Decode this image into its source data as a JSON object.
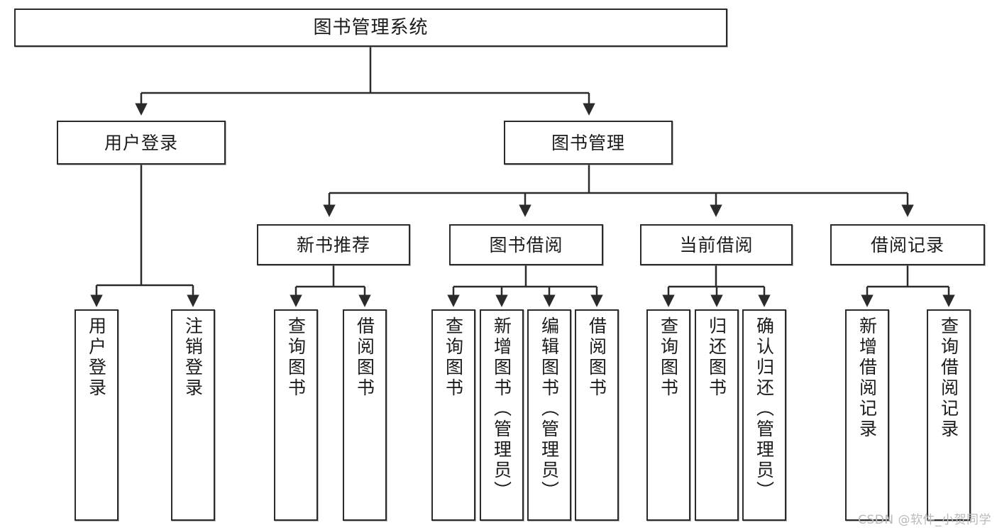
{
  "diagram": {
    "title": "图书管理系统",
    "type": "tree",
    "watermark": "CSDN @软件_小贺同学",
    "colors": {
      "stroke": "#2b2b2b",
      "fill": "#ffffff",
      "text": "#1b1b1b",
      "watermark": "#b9b9b9"
    },
    "nodes": {
      "root": {
        "label": "图书管理系统"
      },
      "level2": [
        {
          "id": "user-login",
          "label": "用户登录"
        },
        {
          "id": "book-management",
          "label": "图书管理"
        }
      ],
      "level3": [
        {
          "id": "new-book-recommend",
          "label": "新书推荐"
        },
        {
          "id": "book-borrow",
          "label": "图书借阅"
        },
        {
          "id": "current-borrow",
          "label": "当前借阅"
        },
        {
          "id": "borrow-record",
          "label": "借阅记录"
        }
      ],
      "leaves": [
        {
          "id": "leaf-user-login",
          "label": "用户登录",
          "parent": "user-login"
        },
        {
          "id": "leaf-logout",
          "label": "注销登录",
          "parent": "user-login"
        },
        {
          "id": "leaf-query-book-1",
          "label": "查询图书",
          "parent": "new-book-recommend"
        },
        {
          "id": "leaf-borrow-book-1",
          "label": "借阅图书",
          "parent": "new-book-recommend"
        },
        {
          "id": "leaf-query-book-2",
          "label": "查询图书",
          "parent": "book-borrow"
        },
        {
          "id": "leaf-add-book",
          "label": "新增图书（管理员）",
          "parent": "book-borrow"
        },
        {
          "id": "leaf-edit-book",
          "label": "编辑图书（管理员）",
          "parent": "book-borrow"
        },
        {
          "id": "leaf-borrow-book-2",
          "label": "借阅图书",
          "parent": "book-borrow"
        },
        {
          "id": "leaf-query-book-3",
          "label": "查询图书",
          "parent": "current-borrow"
        },
        {
          "id": "leaf-return-book",
          "label": "归还图书",
          "parent": "current-borrow"
        },
        {
          "id": "leaf-confirm-return",
          "label": "确认归还（管理员）",
          "parent": "current-borrow"
        },
        {
          "id": "leaf-add-record",
          "label": "新增借阅记录",
          "parent": "borrow-record"
        },
        {
          "id": "leaf-query-record",
          "label": "查询借阅记录",
          "parent": "borrow-record"
        }
      ]
    }
  }
}
